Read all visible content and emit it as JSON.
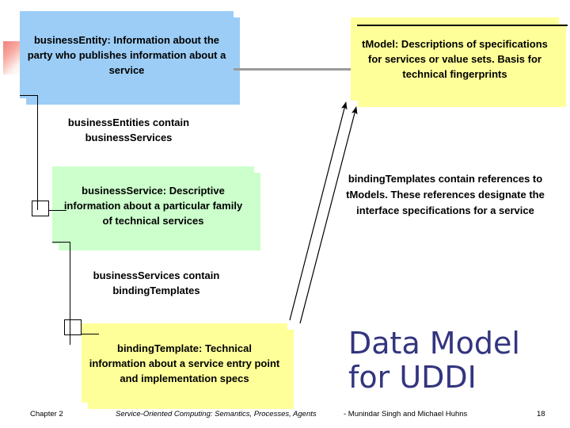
{
  "slide": {
    "title_line1": "Data Model",
    "title_line2": "for UDDI",
    "title_color": "#33357F"
  },
  "nodes": [
    {
      "id": "business-entity",
      "label": "businessEntity: Information about the party who publishes information about a service",
      "color": "#9CCDF6"
    },
    {
      "id": "tmodel",
      "label": "tModel: Descriptions of specifications for services or value sets. Basis for technical fingerprints",
      "color": "#FFFF99"
    },
    {
      "id": "business-service",
      "label": "businessService: Descriptive information about a particular family of technical services",
      "color": "#CCFFCC"
    },
    {
      "id": "binding-template",
      "label": "bindingTemplate: Technical information about a service entry point and implementation specs",
      "color": "#FFFF99"
    }
  ],
  "captions": {
    "entities_contain": "businessEntities contain businessServices",
    "services_contain": "businessServices contain bindingTemplates",
    "binding_references": "bindingTemplates contain references to tModels. These references designate the interface specifications for a service"
  },
  "footer": {
    "chapter": "Chapter 2",
    "citation": "Service-Oriented Computing: Semantics, Processes, Agents",
    "authors": "- Munindar Singh and Michael Huhns",
    "page": "18"
  }
}
